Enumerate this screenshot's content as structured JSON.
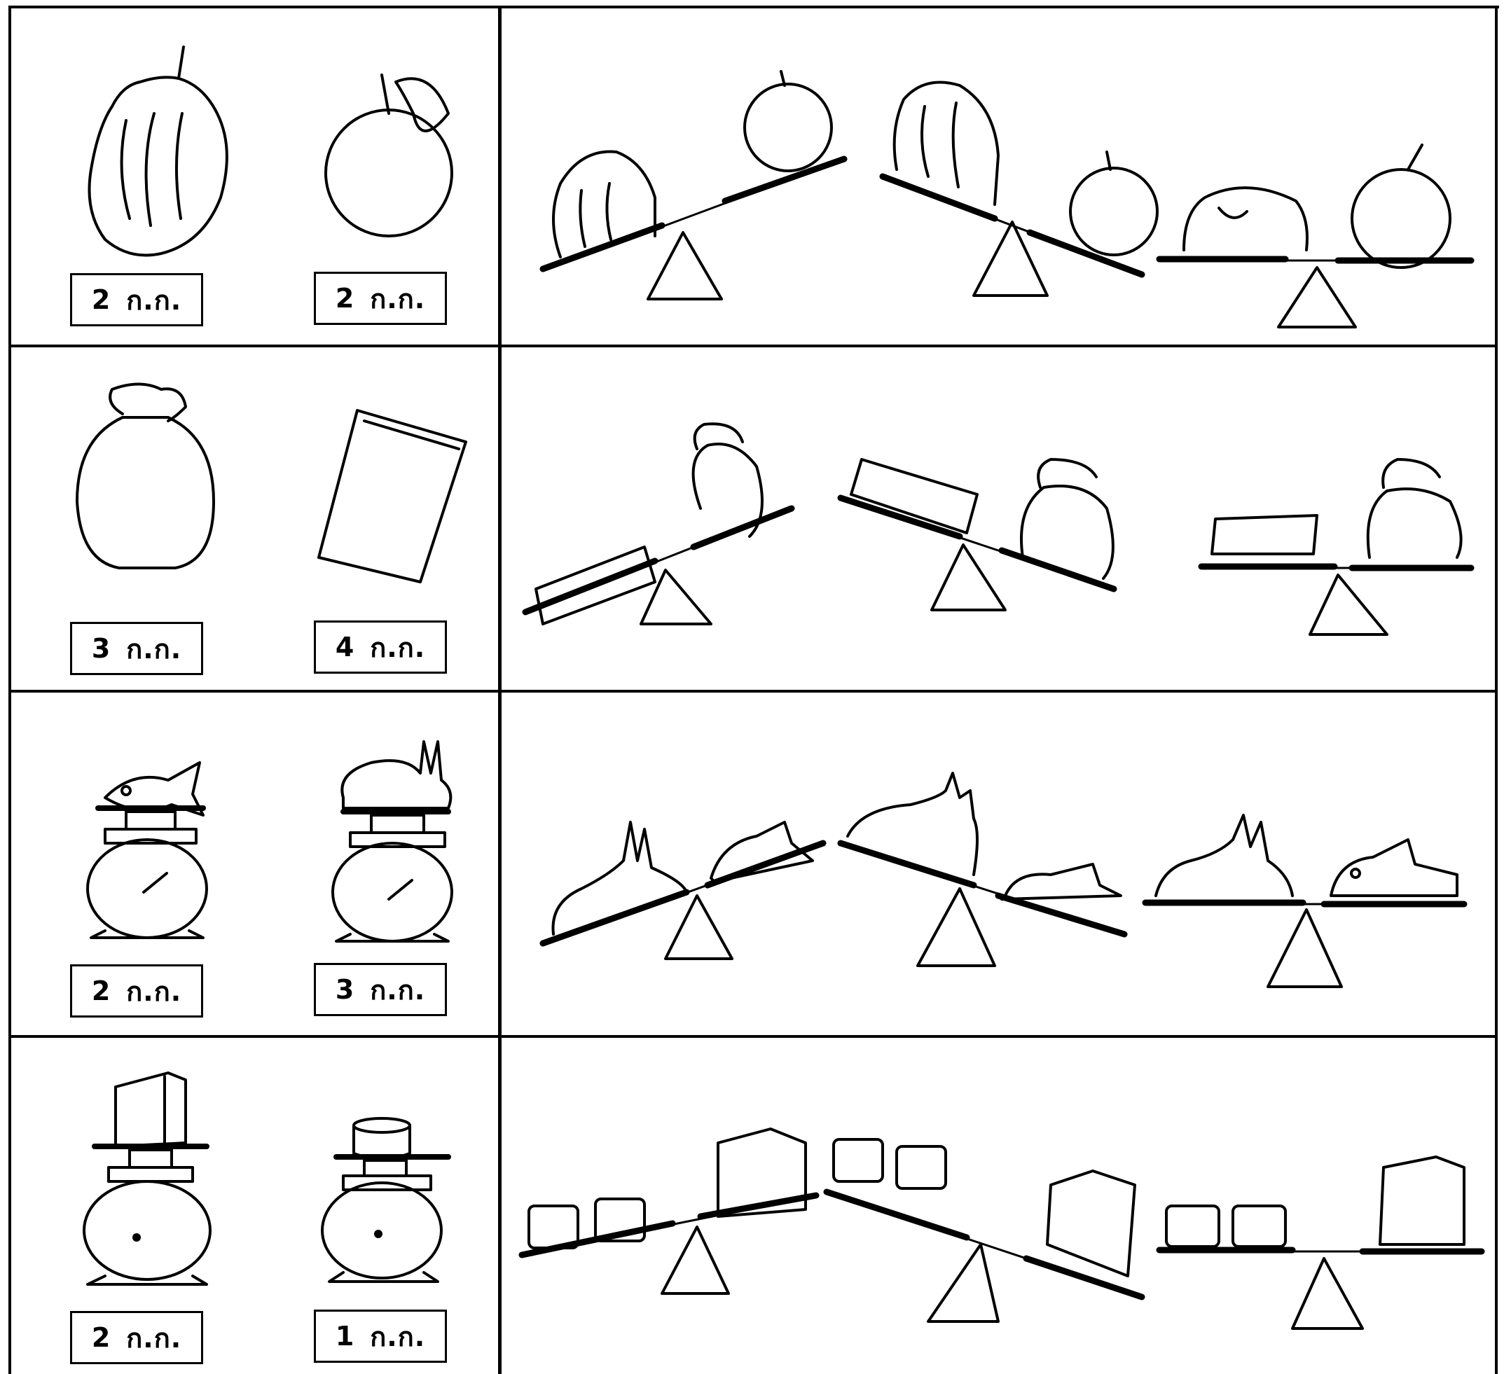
{
  "rows": [
    {
      "item_a": "durian",
      "item_b": "orange",
      "label_a": {
        "value": "2",
        "unit": "ก.ก."
      },
      "label_b": {
        "value": "2",
        "unit": "ก.ก."
      }
    },
    {
      "item_a": "flour-sack",
      "item_b": "rice-bag",
      "label_a": {
        "value": "3",
        "unit": "ก.ก."
      },
      "label_b": {
        "value": "4",
        "unit": "ก.ก."
      }
    },
    {
      "item_a": "fish",
      "item_b": "chicken",
      "label_a": {
        "value": "2",
        "unit": "ก.ก."
      },
      "label_b": {
        "value": "3",
        "unit": "ก.ก."
      }
    },
    {
      "item_a": "box",
      "item_b": "can",
      "label_a": {
        "value": "2",
        "unit": "ก.ก."
      },
      "label_b": {
        "value": "1",
        "unit": "ก.ก."
      }
    }
  ],
  "scale_options_per_row": 3
}
